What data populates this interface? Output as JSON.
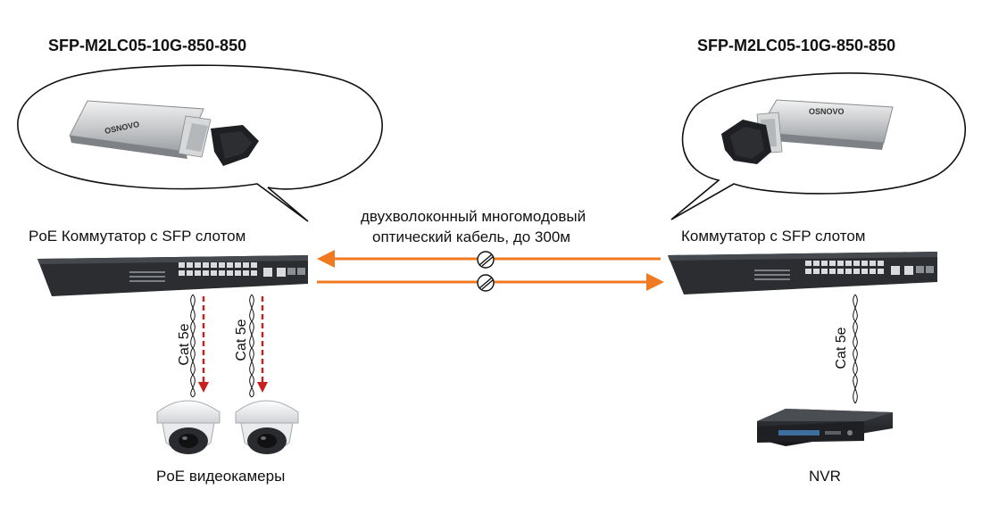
{
  "left": {
    "module_title": "SFP-M2LC05-10G-850-850",
    "switch_label": "PoE Коммутатор с SFP слотом",
    "cable_label_1": "Cat 5e",
    "cable_label_2": "Cat 5e",
    "cameras_label": "PoE видеокамеры",
    "module_brand": "OSNOVO"
  },
  "right": {
    "module_title": "SFP-M2LC05-10G-850-850",
    "switch_label": "Коммутатор с SFP слотом",
    "cable_label": "Cat 5e",
    "nvr_label": "NVR",
    "module_brand": "OSNOVO"
  },
  "link": {
    "line1": "двухволоконный многомодовый",
    "line2": "оптический кабель, до 300м"
  },
  "colors": {
    "fiber": "#f07a22",
    "poe_arrow": "#c8201f",
    "switch_body": "#2b2d31"
  }
}
